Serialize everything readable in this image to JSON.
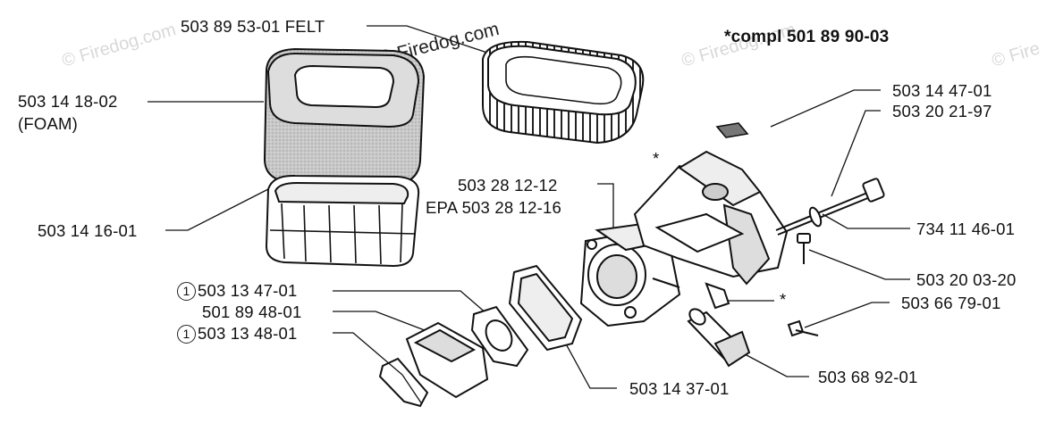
{
  "watermarks": {
    "left": "© Firedog.com",
    "center": "© Firedog.com",
    "right": "© Firedog.com",
    "far_right": "© Fire"
  },
  "header": {
    "compl": "*compl 501 89 90-03"
  },
  "parts": {
    "felt_filter": "503 89 53-01 FELT",
    "foam_filter": "503 14 18-02",
    "foam_note": "(FOAM)",
    "filter_holder": "503 14 16-01",
    "carburetor": "503 28 12-12",
    "carburetor_epa": "EPA 503 28 12-16",
    "gasket_1": "503 13 47-01",
    "gasket_1_marker": "1",
    "intake_manifold": "501 89 48-01",
    "gasket_2": "503 13 48-01",
    "gasket_2_marker": "1",
    "spacer_frame": "503 14 37-01",
    "clip": "503 14 47-01",
    "bolt": "503 20 21-97",
    "washer": "734 11 46-01",
    "screw": "503 20 03-20",
    "small_screw": "503 66 79-01",
    "fuel_nipple": "503 68 92-01",
    "asterisk_top": "*",
    "asterisk_side": "*"
  }
}
